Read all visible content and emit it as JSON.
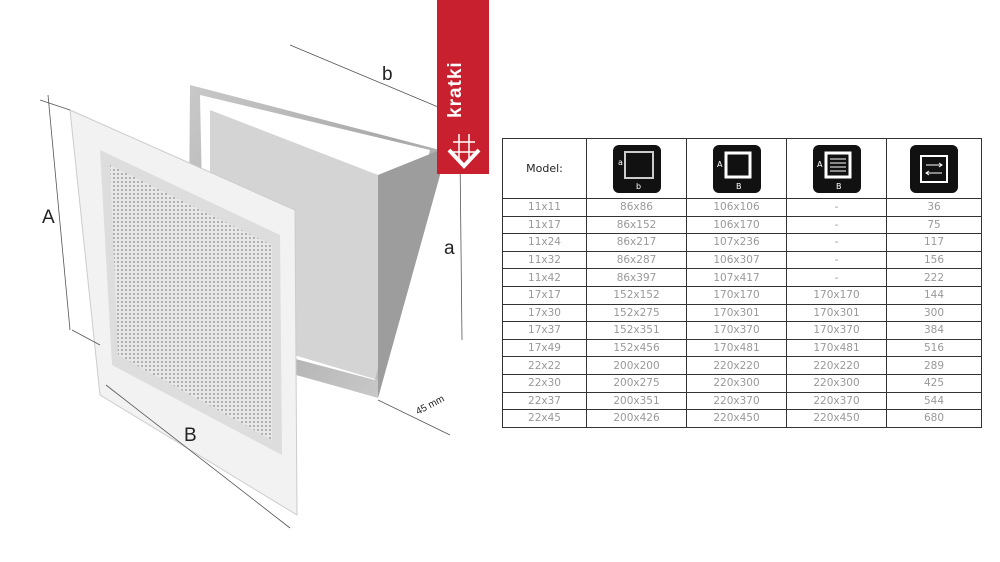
{
  "brand": {
    "name": "kratki",
    "color": "#c8202f"
  },
  "dimensions": {
    "A": "A",
    "B": "B",
    "a": "a",
    "b": "b",
    "depth": "45 mm"
  },
  "table": {
    "header": {
      "model": "Model:",
      "icons": [
        {
          "name": "inner-opening-icon",
          "labels": [
            "a",
            "b"
          ]
        },
        {
          "name": "outer-frame-icon",
          "labels": [
            "A",
            "B"
          ]
        },
        {
          "name": "louvre-frame-icon",
          "labels": [
            "A",
            "B"
          ]
        },
        {
          "name": "airflow-icon",
          "labels": []
        }
      ]
    },
    "rows": [
      [
        "11x11",
        "86x86",
        "106x106",
        "-",
        "36"
      ],
      [
        "11x17",
        "86x152",
        "106x170",
        "-",
        "75"
      ],
      [
        "11x24",
        "86x217",
        "107x236",
        "-",
        "117"
      ],
      [
        "11x32",
        "86x287",
        "106x307",
        "-",
        "156"
      ],
      [
        "11x42",
        "86x397",
        "107x417",
        "-",
        "222"
      ],
      [
        "17x17",
        "152x152",
        "170x170",
        "170x170",
        "144"
      ],
      [
        "17x30",
        "152x275",
        "170x301",
        "170x301",
        "300"
      ],
      [
        "17x37",
        "152x351",
        "170x370",
        "170x370",
        "384"
      ],
      [
        "17x49",
        "152x456",
        "170x481",
        "170x481",
        "516"
      ],
      [
        "22x22",
        "200x200",
        "220x220",
        "220x220",
        "289"
      ],
      [
        "22x30",
        "200x275",
        "220x300",
        "220x300",
        "425"
      ],
      [
        "22x37",
        "200x351",
        "220x370",
        "220x370",
        "544"
      ],
      [
        "22x45",
        "200x426",
        "220x450",
        "220x450",
        "680"
      ]
    ]
  }
}
